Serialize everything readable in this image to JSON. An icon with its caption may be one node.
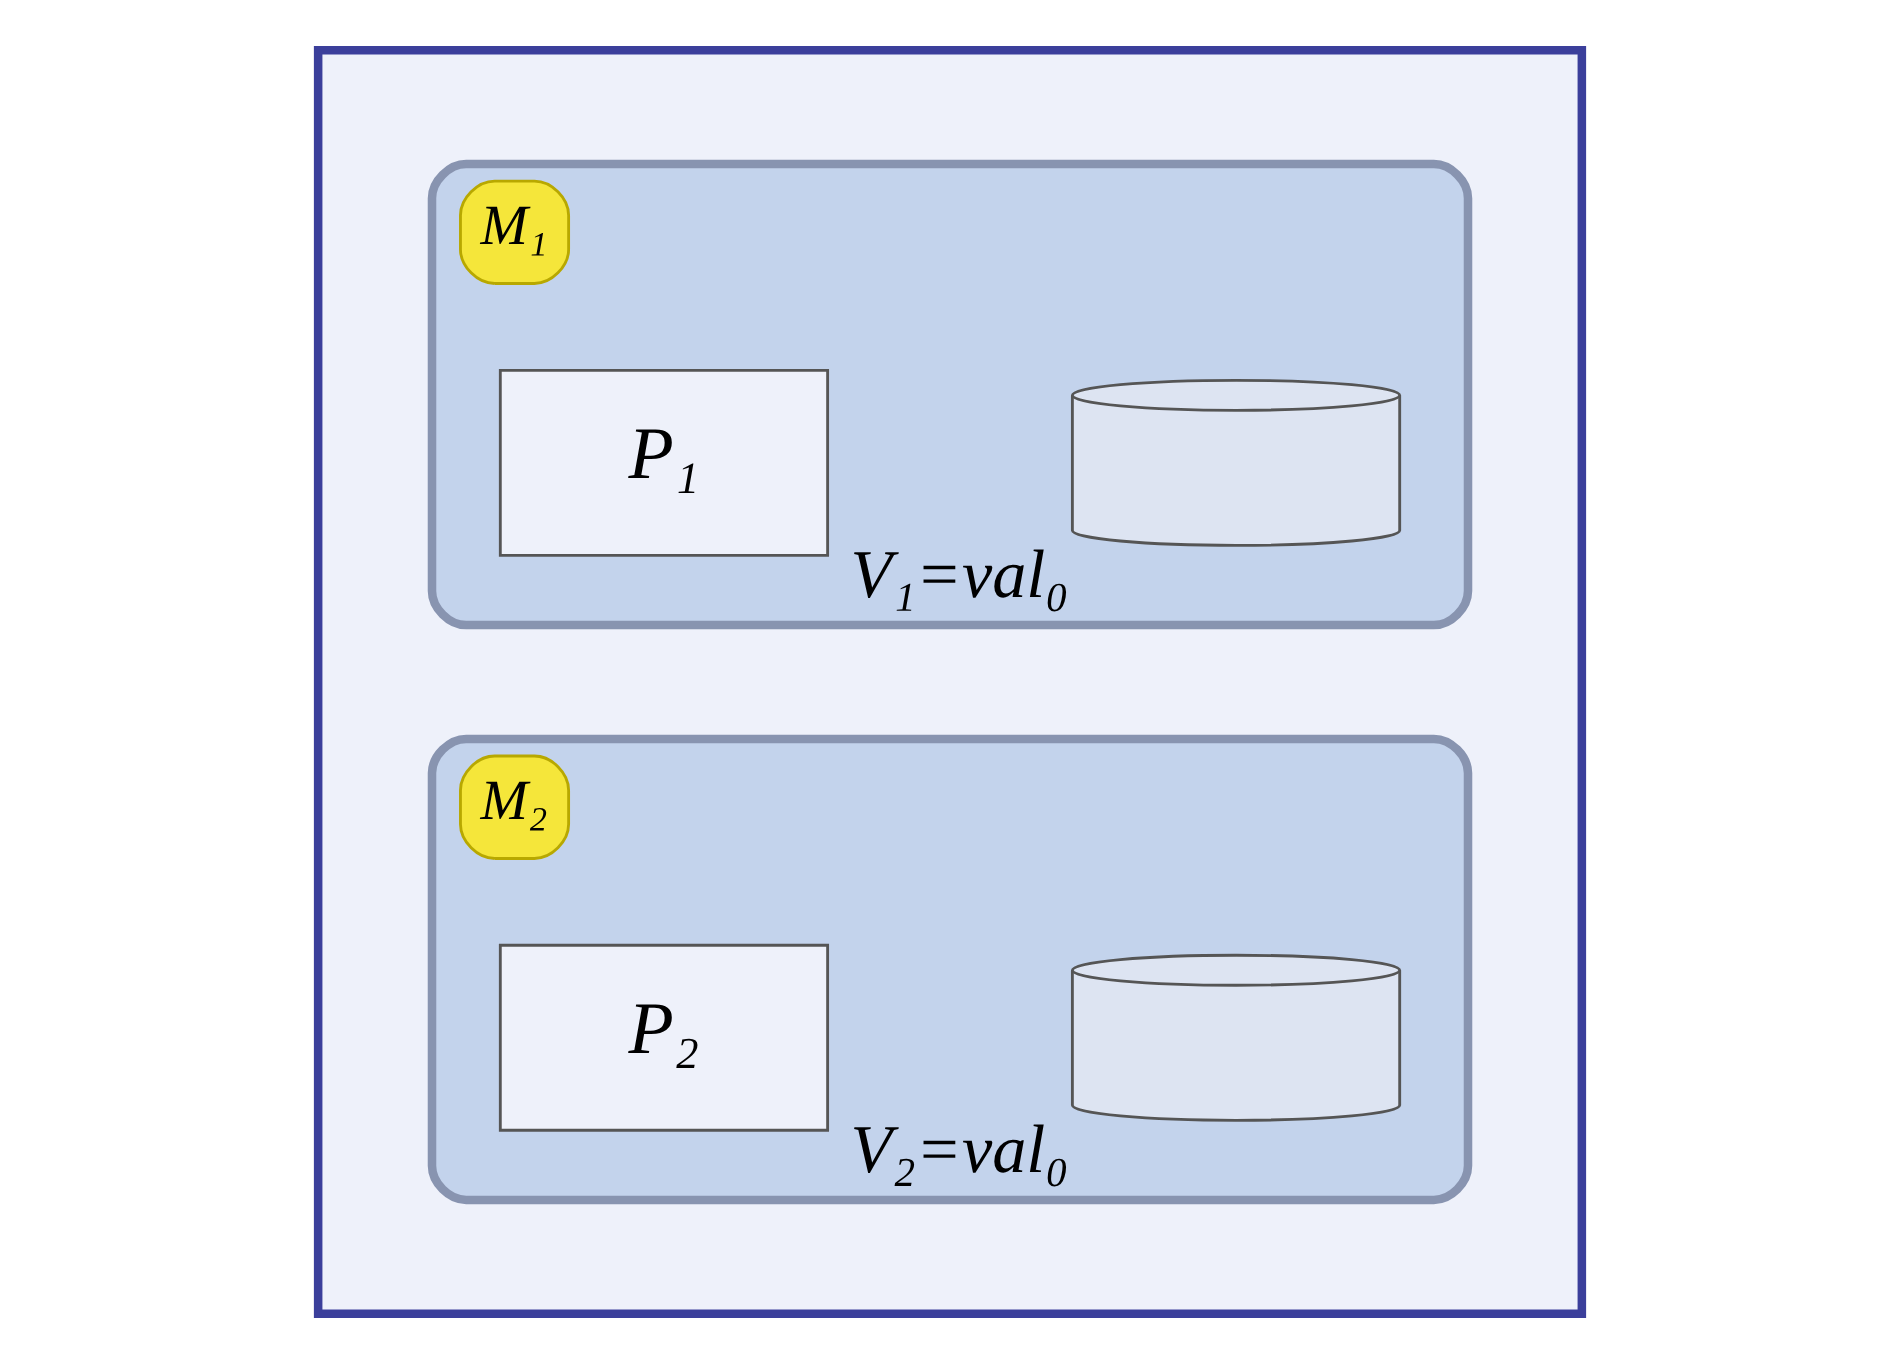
{
  "diagram": {
    "nodes": [
      {
        "text": [],
        "shape": "box"
      },
      {
        "text": [
          "M₁"
        ],
        "in": 0
      },
      {
        "text": [
          "P₁"
        ],
        "in": 1
      },
      {
        "text": [],
        "shape": "cylinder",
        "beside": [
          "V₁=val₀"
        ],
        "in": 1
      },
      {
        "text": [
          "M₂"
        ],
        "in": 0
      },
      {
        "text": [
          "P₂"
        ],
        "in": 4
      },
      {
        "text": [],
        "shape": "cylinder",
        "beside": [
          "V₂=val₀"
        ],
        "in": 4
      }
    ],
    "edges": []
  }
}
